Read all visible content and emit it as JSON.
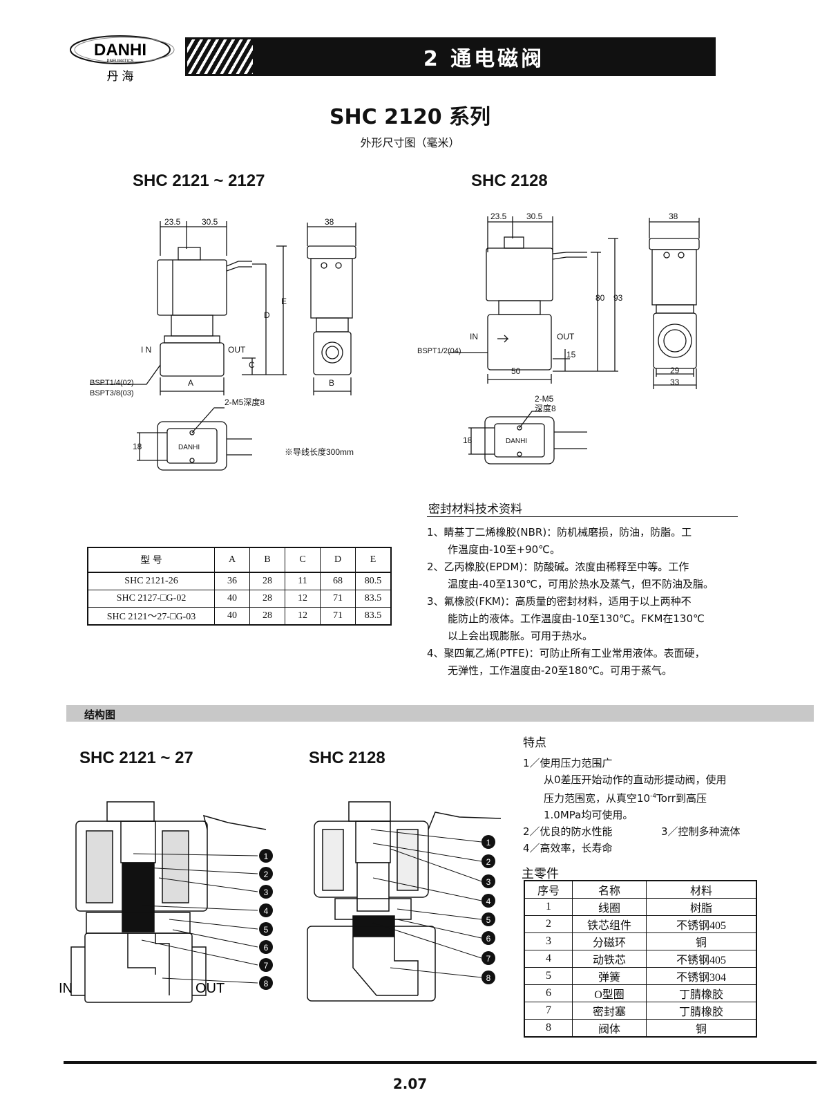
{
  "brand": {
    "logo_text": "DANHI",
    "logo_sub": "PNEUMATICS",
    "chinese_name": "丹 海"
  },
  "banner": {
    "title": "2 通电磁阀"
  },
  "doc": {
    "title": "SHC 2120 系列",
    "subtitle": "外形尺寸图（毫米）"
  },
  "drawings": {
    "left_heading": "SHC 2121 ~ 2127",
    "right_heading": "SHC 2128",
    "left": {
      "dim1": "23.5",
      "dim2": "30.5",
      "dim_side": "38",
      "lbl_D": "D",
      "lbl_E": "E",
      "lbl_C": "C",
      "lbl_A": "A",
      "lbl_B": "B",
      "lbl_in": "I N",
      "lbl_out": "OUT",
      "port1": "BSPT1/4(02)",
      "port2": "BSPT3/8(03)",
      "mount": "2-M5深度8",
      "dim18": "18",
      "logo": "DANHI",
      "note": "※导线长度300mm"
    },
    "right": {
      "dim1": "23.5",
      "dim2": "30.5",
      "dim_side": "38",
      "dim80": "80",
      "dim93": "93",
      "lbl_in": "IN",
      "lbl_out": "OUT",
      "port": "BSPT1/2(04)",
      "dim15": "15",
      "dim50": "50",
      "dim29": "29",
      "dim33": "33",
      "mount1": "2-M5",
      "mount2": "深度8",
      "dim18": "18",
      "logo": "DANHI"
    }
  },
  "dim_table": {
    "headers": [
      "型 号",
      "A",
      "B",
      "C",
      "D",
      "E"
    ],
    "rows": [
      [
        "SHC 2121-26",
        "36",
        "28",
        "11",
        "68",
        "80.5"
      ],
      [
        "SHC 2127-□G-02",
        "40",
        "28",
        "12",
        "71",
        "83.5"
      ],
      [
        "SHC 2121～27-□G-03",
        "40",
        "28",
        "12",
        "71",
        "83.5"
      ]
    ]
  },
  "seal": {
    "title": "密封材料技术资料",
    "items": [
      [
        "1、睛基丁二烯橡胶(NBR)：防机械磨损，防油，防脂。工",
        "作温度由-10至+90℃。"
      ],
      [
        "2、乙丙橡胶(EPDM)：防酸碱。浓度由稀释至中等。工作",
        "温度由-40至130℃，可用於热水及蒸气，但不防油及脂。"
      ],
      [
        "3、氟橡胶(FKM)：高质量的密封材料，适用于以上两种不",
        "能防止的液体。工作温度由-10至130℃。FKM在130℃",
        "以上会出现膨胀。可用于热水。"
      ],
      [
        "4、聚四氟乙烯(PTFE)：可防止所有工业常用液体。表面硬，",
        "无弹性，工作温度由-20至180℃。可用于蒸气。"
      ]
    ]
  },
  "structure": {
    "section_title": "结构图",
    "left_heading": "SHC 2121 ~ 27",
    "right_heading": "SHC 2128",
    "lbl_in": "IN",
    "lbl_out": "OUT",
    "callouts": [
      "1",
      "2",
      "3",
      "4",
      "5",
      "6",
      "7",
      "8"
    ]
  },
  "features": {
    "title": "特点",
    "line1": "1／使用压力范围广",
    "line2": "从0差压开始动作的直动形提动阀，使用",
    "line3a": "压力范围宽，从真空10",
    "line3sup": "-4",
    "line3b": "Torr到高压",
    "line4": "1.0MPa均可使用。",
    "line5a": "2／优良的防水性能",
    "line5b": "3／控制多种流体",
    "line6": "4／高效率，长寿命"
  },
  "parts": {
    "title": "主零件",
    "headers": [
      "序号",
      "名称",
      "材料"
    ],
    "rows": [
      [
        "1",
        "线圈",
        "树脂"
      ],
      [
        "2",
        "铁芯组件",
        "不锈钢405"
      ],
      [
        "3",
        "分磁环",
        "铜"
      ],
      [
        "4",
        "动铁芯",
        "不锈钢405"
      ],
      [
        "5",
        "弹簧",
        "不锈钢304"
      ],
      [
        "6",
        "O型圈",
        "丁腈橡胶"
      ],
      [
        "7",
        "密封塞",
        "丁腈橡胶"
      ],
      [
        "8",
        "阀体",
        "铜"
      ]
    ]
  },
  "page": {
    "number": "2.07"
  }
}
